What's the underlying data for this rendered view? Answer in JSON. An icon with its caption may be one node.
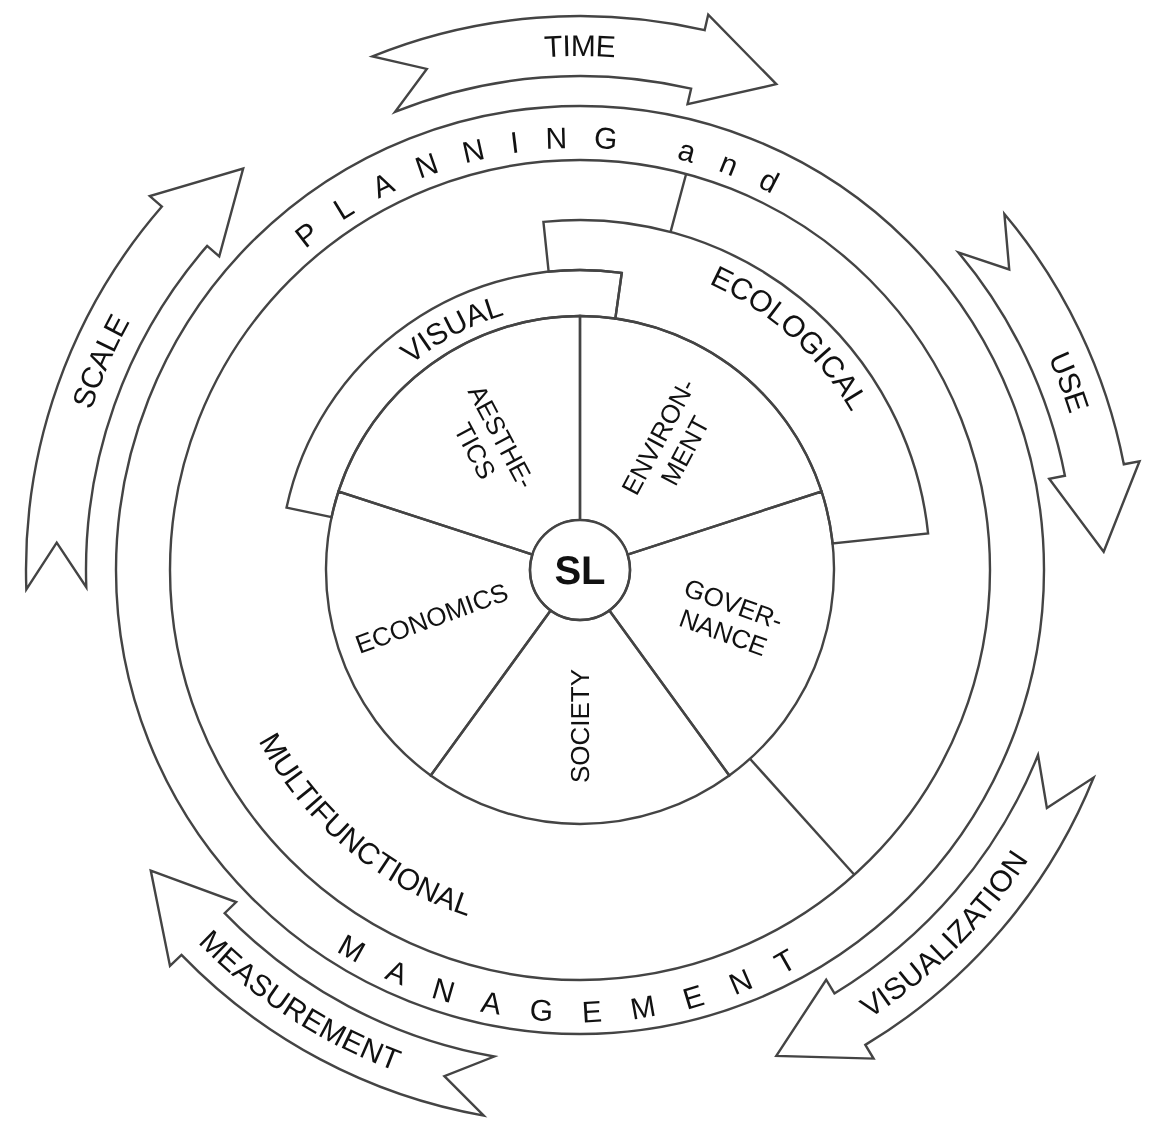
{
  "diagram": {
    "nodes": [
      {
        "text": [
          "TIME"
        ]
      },
      {
        "text": [
          "SCALE"
        ]
      },
      {
        "text": [
          "USE"
        ]
      },
      {
        "text": [
          "PLANNING and",
          "MANAGEMENT"
        ]
      },
      {
        "text": [
          "ECOLOGICAL"
        ],
        "in": 3
      },
      {
        "text": [
          "VISUAL"
        ],
        "in": 3
      },
      {
        "text": [
          "AESTHE- TICS"
        ],
        "in": 3
      },
      {
        "text": [
          "ENVIRON- MENT"
        ],
        "in": 3
      },
      {
        "text": [
          "SL"
        ],
        "in": 3
      },
      {
        "text": [
          "ECONOMICS"
        ],
        "in": 3
      },
      {
        "text": [
          "GOVER- NANCE"
        ],
        "in": 3
      },
      {
        "text": [
          "SOCIETY"
        ],
        "in": 3
      },
      {
        "text": [
          "MULTIFUNCTIONAL"
        ],
        "in": 3
      },
      {
        "text": [
          "MEASUREMENT"
        ]
      },
      {
        "text": [
          "VISUALIZATION"
        ]
      }
    ]
  }
}
